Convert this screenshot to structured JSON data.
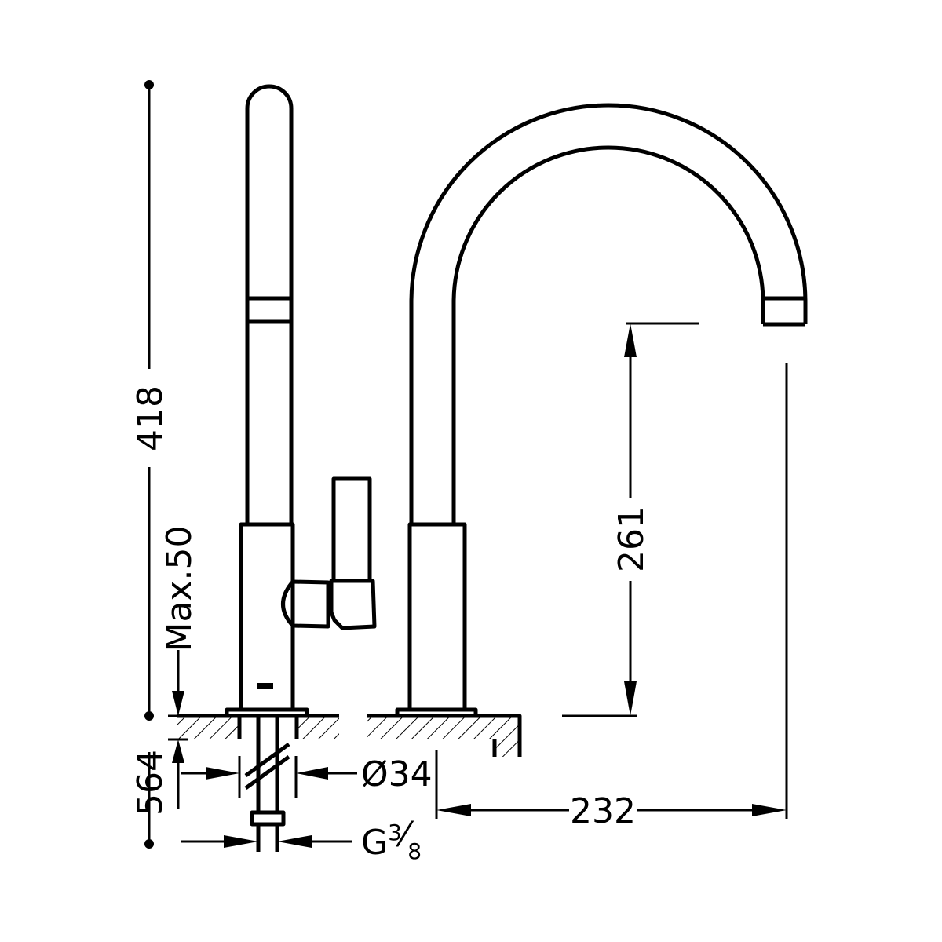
{
  "dimensions": {
    "overall_height": "418",
    "max_deck_thickness": "Max.50",
    "below_deck_length": "564",
    "base_diameter": "Ø34",
    "connection_prefix": "G",
    "connection_numerator": "3",
    "connection_slash": "⁄",
    "connection_denominator": "8",
    "spout_height": "261",
    "spout_reach": "232"
  },
  "colors": {
    "line": "#000000",
    "background": "#ffffff"
  }
}
